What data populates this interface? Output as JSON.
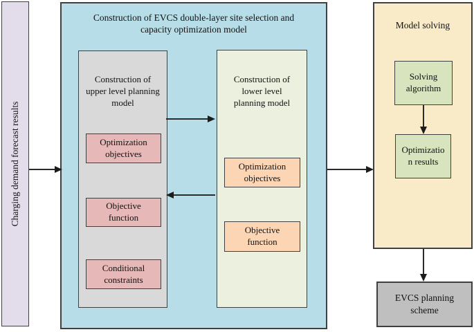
{
  "diagram": {
    "left_bar": {
      "label": "Charging demand forecast results"
    },
    "model_construction": {
      "title": "Construction of EVCS double-layer site selection and\ncapacity optimization model",
      "upper_level": {
        "title": "Construction of\nupper level planning\nmodel",
        "items": [
          {
            "label": "Optimization\nobjectives"
          },
          {
            "label": "Objective\nfunction"
          },
          {
            "label": "Conditional\nconstraints"
          }
        ]
      },
      "lower_level": {
        "title": "Construction of\nlower level\nplanning model",
        "items": [
          {
            "label": "Optimization\nobjectives"
          },
          {
            "label": "Objective\nfunction"
          }
        ]
      }
    },
    "model_solving": {
      "title": "Model solving",
      "items": [
        {
          "label": "Solving\nalgorithm"
        },
        {
          "label": "Optimizatio\nn results"
        }
      ]
    },
    "output": {
      "label": "EVCS planning\nscheme"
    },
    "colors": {
      "left_bar": "#E3DCEB",
      "construction_box": "#B7DEE8",
      "upper_panel": "#D9D9D9",
      "upper_item": "#E6B8B7",
      "lower_panel": "#EBF1DE",
      "lower_item": "#FCD5B4",
      "solving_box": "#FAEBC8",
      "solving_item": "#D7E4BD",
      "output_box": "#BFBFBF",
      "border": "#3F3F3F",
      "arrow": "#1C1C1C"
    }
  }
}
